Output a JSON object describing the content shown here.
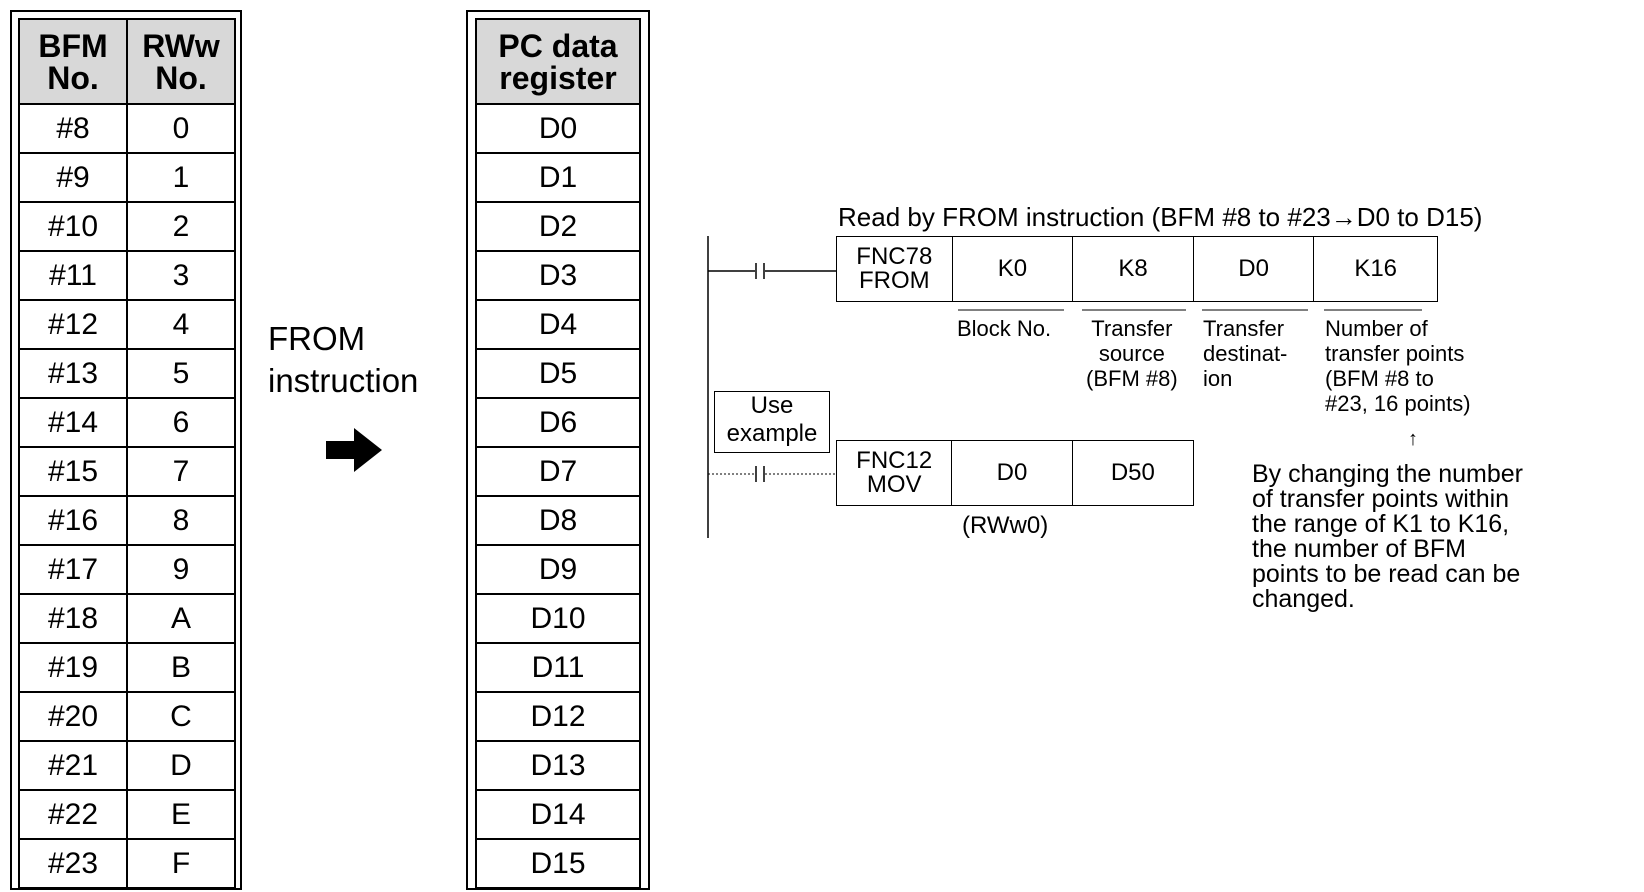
{
  "bfm_table": {
    "headers": [
      [
        "BFM",
        "No."
      ],
      [
        "RWw",
        "No."
      ]
    ],
    "rows": [
      [
        "#8",
        "0"
      ],
      [
        "#9",
        "1"
      ],
      [
        "#10",
        "2"
      ],
      [
        "#11",
        "3"
      ],
      [
        "#12",
        "4"
      ],
      [
        "#13",
        "5"
      ],
      [
        "#14",
        "6"
      ],
      [
        "#15",
        "7"
      ],
      [
        "#16",
        "8"
      ],
      [
        "#17",
        "9"
      ],
      [
        "#18",
        "A"
      ],
      [
        "#19",
        "B"
      ],
      [
        "#20",
        "C"
      ],
      [
        "#21",
        "D"
      ],
      [
        "#22",
        "E"
      ],
      [
        "#23",
        "F"
      ]
    ]
  },
  "pc_table": {
    "header": [
      "PC data",
      "register"
    ],
    "rows": [
      "D0",
      "D1",
      "D2",
      "D3",
      "D4",
      "D5",
      "D6",
      "D7",
      "D8",
      "D9",
      "D10",
      "D11",
      "D12",
      "D13",
      "D14",
      "D15"
    ]
  },
  "from_label": [
    "FROM",
    "instruction"
  ],
  "arrow_icon": "right-arrow-icon",
  "ladder": {
    "title": "Read by FROM instruction (BFM #8 to #23→D0 to D15)",
    "from_instr": {
      "fnc": [
        "FNC78",
        "FROM"
      ],
      "operands": [
        "K0",
        "K8",
        "D0",
        "K16"
      ]
    },
    "operand_descriptions": {
      "block": "Block No.",
      "source": [
        "Transfer",
        "source",
        "(BFM #8)"
      ],
      "dest": [
        "Transfer",
        "destinat-",
        "ion"
      ],
      "points": [
        "Number of",
        "transfer points",
        "(BFM #8 to",
        "#23, 16 points)"
      ]
    },
    "use_example": [
      "Use",
      "example"
    ],
    "mov_instr": {
      "fnc": [
        "FNC12",
        "MOV"
      ],
      "operands": [
        "D0",
        "D50"
      ]
    },
    "rww0": "(RWw0)",
    "up_arrow": "↑",
    "note": [
      "By changing the number",
      "of transfer points within",
      "the range of K1 to K16,",
      "the number of BFM",
      "points to be read can be",
      "changed."
    ]
  }
}
